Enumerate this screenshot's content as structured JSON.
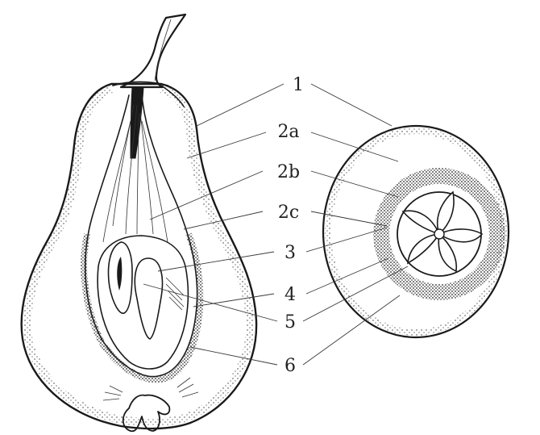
{
  "labels": {
    "l1": "1",
    "l2a": "2a",
    "l2b": "2b",
    "l2c": "2c",
    "l3": "3",
    "l4": "4",
    "l5": "5",
    "l6": "6"
  },
  "colors": {
    "ink": "#1a1a1a",
    "paper": "#ffffff"
  }
}
